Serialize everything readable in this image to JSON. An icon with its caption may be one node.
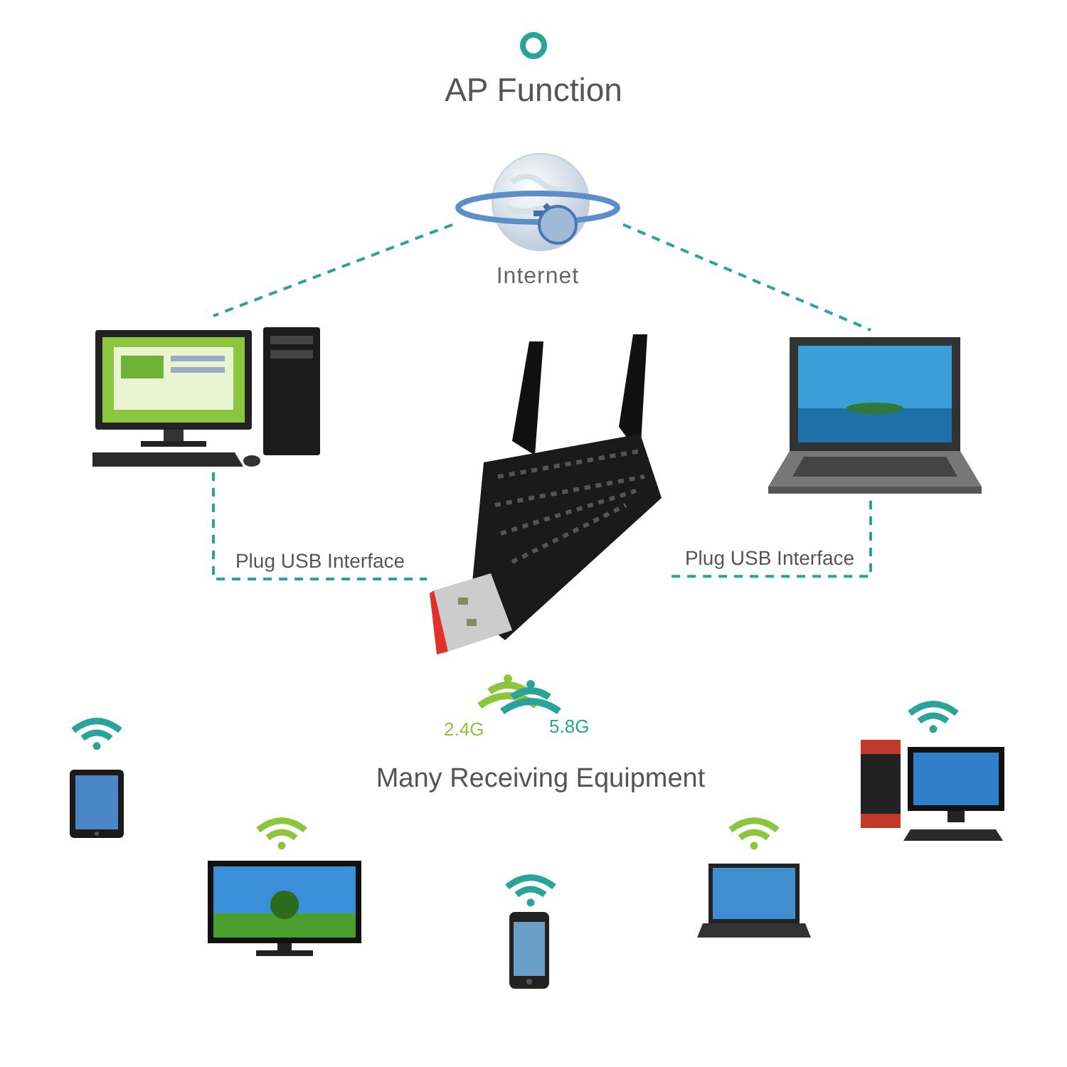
{
  "diagram": {
    "title": "AP Function",
    "nodes": [
      {
        "text": [
          "Internet"
        ]
      },
      {
        "text": [],
        "shape": "picture"
      },
      {
        "text": [],
        "shape": "picture"
      },
      {
        "text": [],
        "shape": "picture"
      },
      {
        "text": [],
        "shape": "picture"
      },
      {
        "text": [],
        "shape": "picture"
      },
      {
        "text": [],
        "shape": "picture"
      },
      {
        "text": [],
        "shape": "picture"
      },
      {
        "text": [],
        "shape": "picture"
      }
    ],
    "edges": [
      {
        "from": 0,
        "to": 1,
        "arrow": "none",
        "style": "dashed"
      },
      {
        "from": 0,
        "to": 2,
        "arrow": "none",
        "style": "dashed"
      },
      {
        "from": 1,
        "to": 3,
        "arrow": "none",
        "style": "dashed",
        "label": "Plug USB Interface"
      },
      {
        "from": 2,
        "to": 3,
        "arrow": "none",
        "style": "dashed",
        "label": "Plug USB Interface"
      }
    ],
    "labels": [
      "2.4G",
      "5.8G",
      "Many Receiving Equipment"
    ]
  }
}
